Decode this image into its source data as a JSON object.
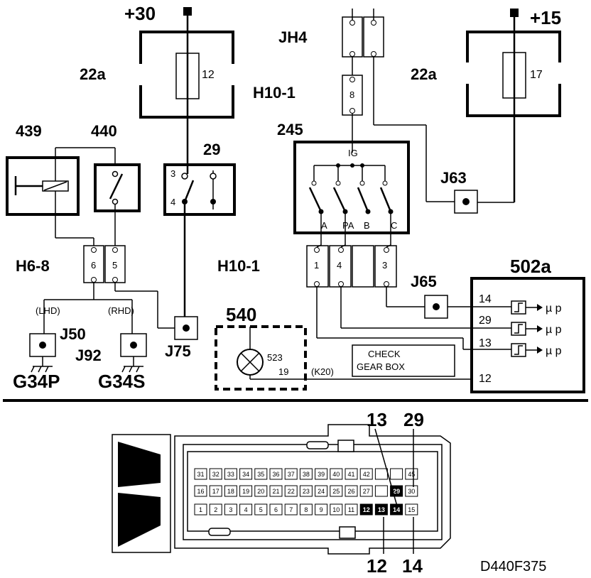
{
  "supply": {
    "plus30": "+30",
    "plus15": "+15"
  },
  "fuse_left": {
    "label": "22a",
    "fuse_no": "12"
  },
  "fuse_right": {
    "label": "22a",
    "fuse_no": "17"
  },
  "jh4": "JH4",
  "h10_top": {
    "label": "H10-1",
    "pin": "8"
  },
  "c439": "439",
  "c440": "440",
  "c29": {
    "label": "29",
    "pin3": "3",
    "pin4": "4"
  },
  "c245": {
    "label": "245",
    "ig": "IG",
    "a": "A",
    "pa": "PA",
    "b": "B",
    "c": "C"
  },
  "j63": "J63",
  "h6_8": {
    "label": "H6-8",
    "p6": "6",
    "p5": "5"
  },
  "h10_bottom": {
    "label": "H10-1",
    "p1": "1",
    "p4": "4",
    "p3": "3"
  },
  "j65": "J65",
  "c502a": {
    "label": "502a",
    "p14": "14",
    "p29": "29",
    "p13": "13",
    "p12": "12",
    "mu": "µ p"
  },
  "c540": {
    "label": "540",
    "lamp": "523",
    "p19": "19",
    "k20": "(K20)"
  },
  "check_gear": {
    "line1": "CHECK",
    "line2": "GEAR BOX"
  },
  "variants": {
    "lhd": "(LHD)",
    "rhd": "(RHD)"
  },
  "grounds": {
    "j50": "J50",
    "j92": "J92",
    "j75": "J75",
    "g34p": "G34P",
    "g34s": "G34S"
  },
  "connector": {
    "callout_13": "13",
    "callout_29": "29",
    "callout_12": "12",
    "callout_14": "14",
    "row1": [
      "31",
      "32",
      "33",
      "34",
      "35",
      "36",
      "37",
      "38",
      "39",
      "40",
      "41",
      "42",
      "",
      "",
      "45"
    ],
    "row2": [
      "16",
      "17",
      "18",
      "19",
      "20",
      "21",
      "22",
      "23",
      "24",
      "25",
      "26",
      "27",
      "",
      "29",
      "30"
    ],
    "row3": [
      "1",
      "2",
      "3",
      "4",
      "5",
      "6",
      "7",
      "8",
      "9",
      "10",
      "11",
      "12",
      "13",
      "14",
      "15"
    ],
    "highlighted": [
      "29",
      "12",
      "13",
      "14"
    ]
  },
  "figure_id": "D440F375"
}
